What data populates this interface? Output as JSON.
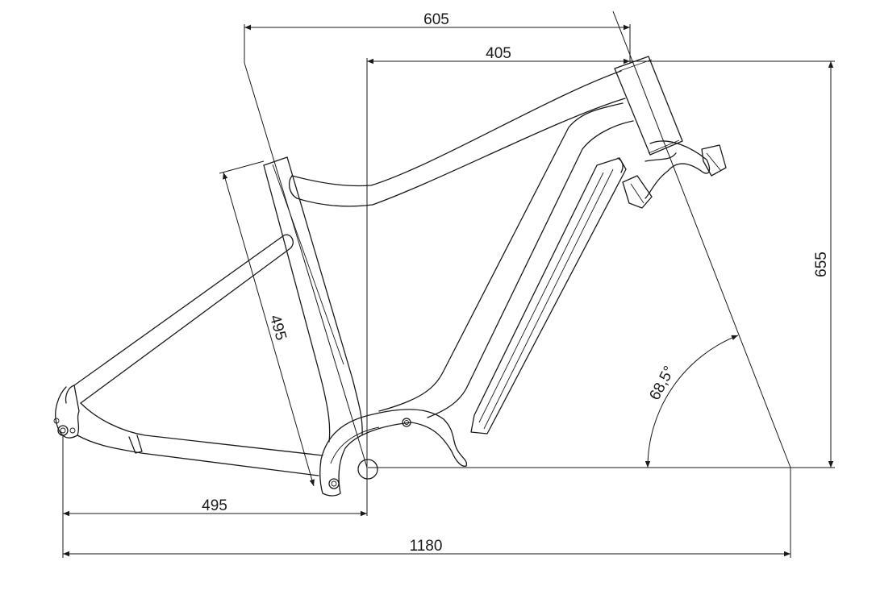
{
  "dimensions": {
    "top_length": "605",
    "reach": "405",
    "stack": "655",
    "seat_tube": "495",
    "chainstay": "495",
    "wheelbase": "1180",
    "head_angle": "68,5°"
  }
}
